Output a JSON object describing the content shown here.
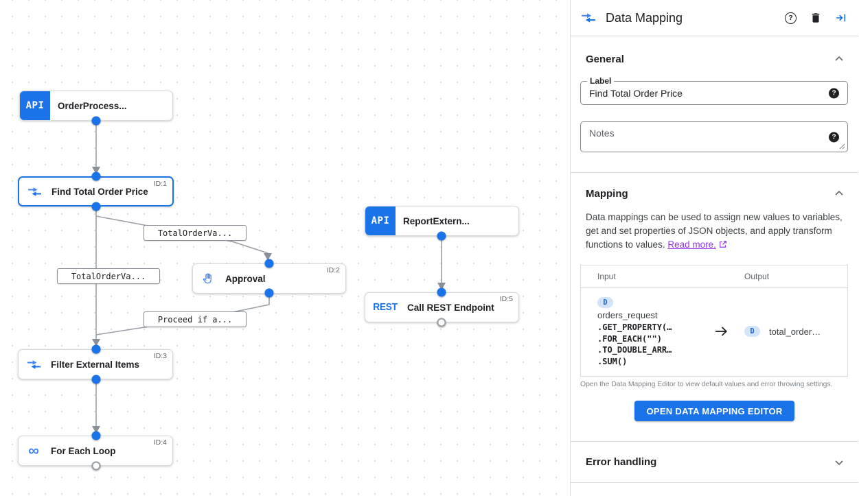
{
  "colors": {
    "accent_blue": "#1a73e8",
    "icon_blue": "#4285f4",
    "link_purple": "#9334e6",
    "badge_bg": "#d2e3fc",
    "badge_text": "#1967d2",
    "edge_gray": "#9aa0a6"
  },
  "canvas": {
    "nodes": [
      {
        "name": "order-process",
        "icon": "api-badge",
        "badge": "API",
        "label": "OrderProcess..."
      },
      {
        "name": "find-total-order-price",
        "icon": "data-mapping-icon",
        "label": "Find Total Order Price",
        "id_label": "ID:1",
        "selected": true
      },
      {
        "name": "approval",
        "icon": "hand-icon",
        "label": "Approval",
        "id_label": "ID:2"
      },
      {
        "name": "filter-external-items",
        "icon": "data-mapping-icon",
        "label": "Filter External Items",
        "id_label": "ID:3"
      },
      {
        "name": "for-each-loop",
        "icon": "infinity-icon",
        "label": "For Each Loop",
        "id_label": "ID:4"
      },
      {
        "name": "report-extern",
        "icon": "api-badge",
        "badge": "API",
        "label": "ReportExtern..."
      },
      {
        "name": "call-rest-endpoint",
        "icon": "rest-badge",
        "badge": "REST",
        "label": "Call REST Endpoint",
        "id_label": "ID:5"
      }
    ],
    "edge_labels": [
      {
        "text": "TotalOrderVa..."
      },
      {
        "text": "TotalOrderVa..."
      },
      {
        "text": "Proceed if a..."
      }
    ]
  },
  "panel": {
    "title": "Data Mapping",
    "general": {
      "heading": "General",
      "label_field": {
        "label": "Label",
        "value": "Find Total Order Price"
      },
      "notes_field": {
        "placeholder": "Notes"
      }
    },
    "mapping": {
      "heading": "Mapping",
      "description": "Data mappings can be used to assign new values to variables, get and set properties of JSON objects, and apply transform functions to values.",
      "read_more_label": "Read more.",
      "table": {
        "input_header": "Input",
        "output_header": "Output",
        "input_badge": "D",
        "input_variable": "orders_request",
        "input_functions": [
          ".GET_PROPERTY(…",
          ".FOR_EACH(\"\")",
          ".TO_DOUBLE_ARR…",
          ".SUM()"
        ],
        "output_badge": "D",
        "output_variable": "total_order…"
      },
      "footnote": "Open the Data Mapping Editor to view default values and error throwing settings.",
      "open_editor_button": "OPEN DATA MAPPING EDITOR"
    },
    "error_handling": {
      "heading": "Error handling"
    }
  }
}
